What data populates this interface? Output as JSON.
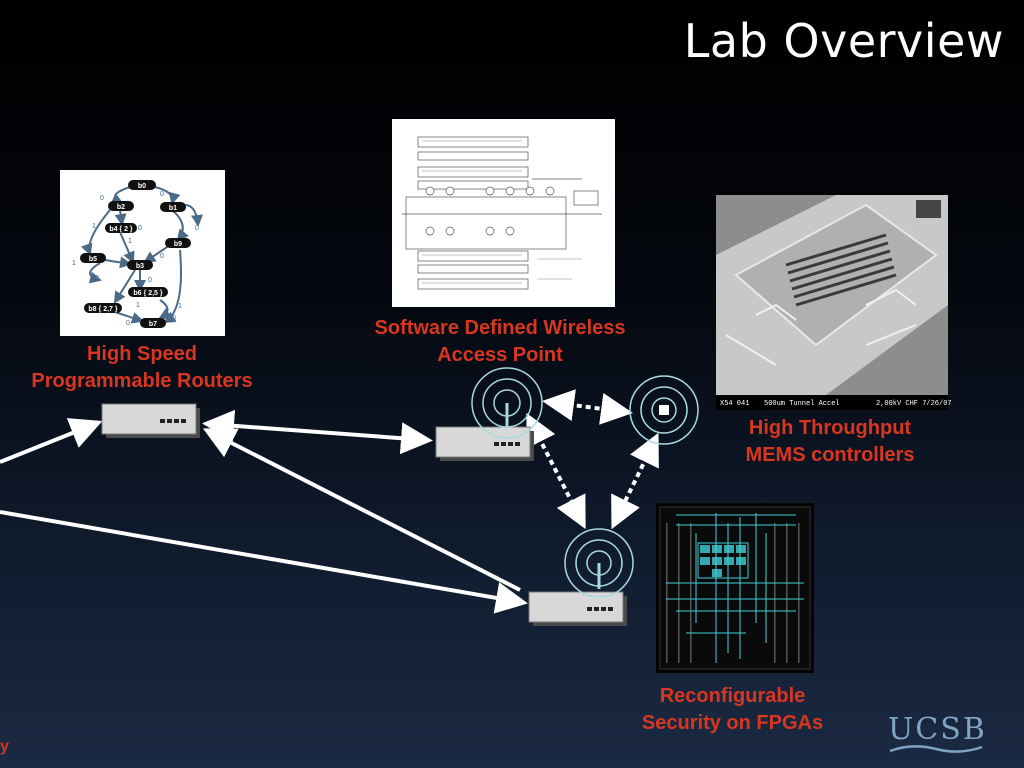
{
  "slide": {
    "title": "Lab Overview",
    "edge_mark": "y"
  },
  "labels": {
    "routers": [
      "High Speed",
      "Programmable Routers"
    ],
    "wireless": [
      "Software Defined Wireless",
      "Access Point"
    ],
    "mems": [
      "High Throughput",
      "MEMS controllers"
    ],
    "fpga": [
      "Reconfigurable",
      "Security on FPGAs"
    ]
  },
  "graph": {
    "nodes": [
      "b0",
      "b2",
      "b1",
      "b4 { 2 }",
      "b9",
      "b5",
      "b3",
      "b6 { 2,5 }",
      "b8 { 2,7 }",
      "b7"
    ],
    "edge_labels": [
      "0",
      "0",
      "1",
      "0",
      "1",
      "0",
      "1",
      "0",
      "1",
      "0",
      "0",
      "1",
      "0",
      "1",
      "0"
    ]
  },
  "mems_caption": {
    "left": "X54 041",
    "middle": "500um Tunnel Accel",
    "right": "2,00kV CHF 7/26/07"
  },
  "logo": "UCSB",
  "colors": {
    "label_red": "#d9361f",
    "wireless_ring": "#a8d8e0",
    "fpga_trace": "#3fd0d8",
    "arrow_white": "#ffffff"
  },
  "icons": [
    "router-icon",
    "wireless-signal-icon",
    "network-link-arrow"
  ]
}
